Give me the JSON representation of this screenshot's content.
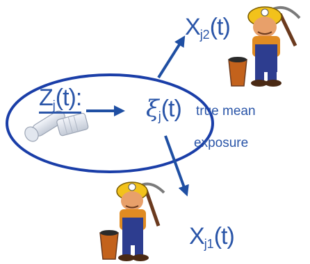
{
  "colors": {
    "ink": "#2a55a8",
    "arrow": "#1f4fa3",
    "ellipse": "#1a3ea8"
  },
  "labels": {
    "z": {
      "base": "Z",
      "sub": "j",
      "suffix": "(t):"
    },
    "xi": {
      "base": "ξ",
      "sub": "j",
      "suffix": "(t)"
    },
    "xj2": {
      "base": "X",
      "sub": "j2",
      "suffix": "(t)"
    },
    "xj1": {
      "base": "X",
      "sub": "j1",
      "suffix": "(t)"
    },
    "true_mean": "true mean",
    "exposure": "exposure"
  },
  "icons": {
    "sampler": "sampling-tube-icon",
    "miner_top": "miner-icon",
    "miner_bottom": "miner-icon"
  }
}
